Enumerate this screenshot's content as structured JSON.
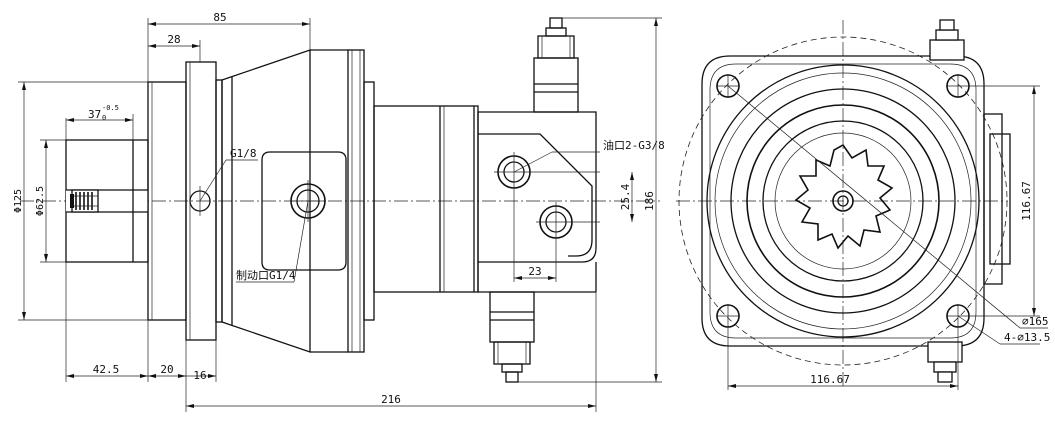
{
  "dimensions": {
    "overall_85": "85",
    "flange_28": "28",
    "spline_37": "37",
    "spline_37_tol_upper": "-0.5",
    "spline_37_tol_lower": "0",
    "dia_125": "Φ125",
    "dia_62_5": "Φ62.5",
    "len_42_5": "42.5",
    "len_20": "20",
    "len_16": "16",
    "total_216": "216",
    "height_186": "186",
    "offset_25_4": "25.4",
    "offset_23": "23",
    "bolt_116_67_h": "116.67",
    "bolt_116_67_v": "116.67",
    "dia_165": "⌀165",
    "holes_4x13_5": "4-⌀13.5"
  },
  "labels": {
    "port_g18": "G1/8",
    "oil_port": "油口2-G3/8",
    "brake_port": "制动口G1/4"
  }
}
